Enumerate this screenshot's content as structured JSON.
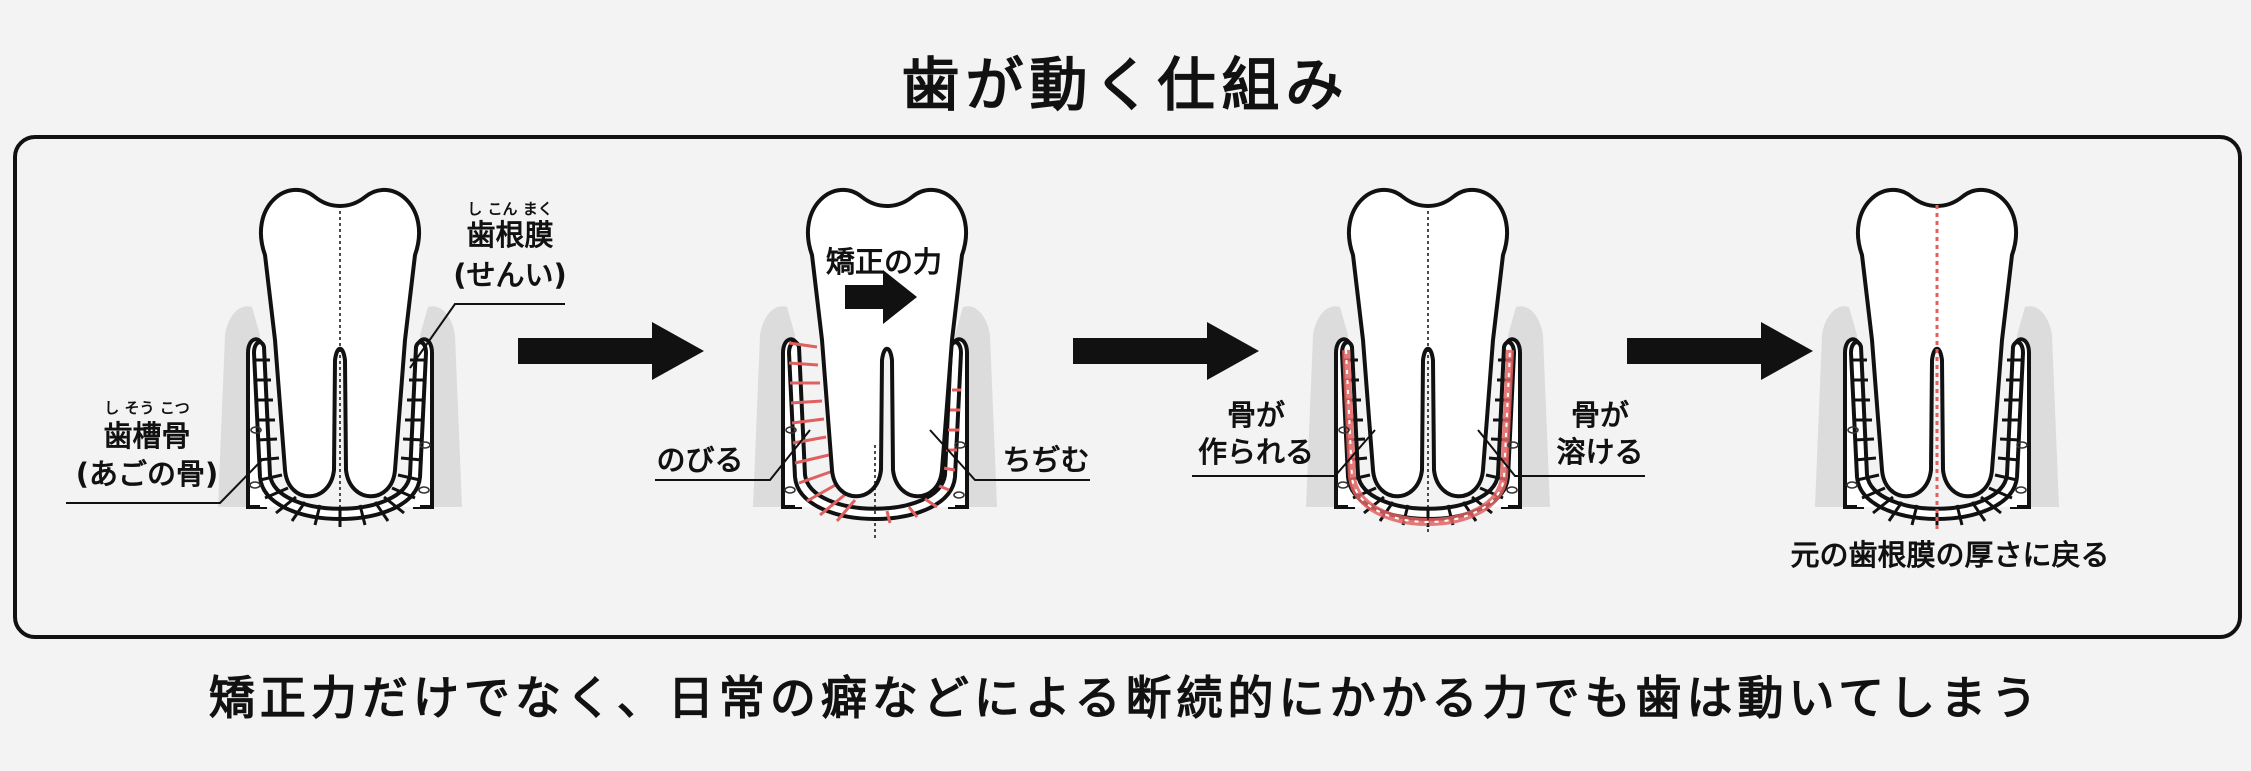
{
  "title": "歯が動く仕組み",
  "footer": "矯正力だけでなく、日常の癖などによる断続的にかかる力でも歯は動いてしまう",
  "labels": {
    "periodontal_ruby": "し こん まく",
    "periodontal": "歯根膜",
    "periodontal_sub": "(せんい)",
    "alveolar_ruby": "し そう こつ",
    "alveolar": "歯槽骨",
    "alveolar_sub": "(あごの骨)",
    "force": "矯正の力",
    "stretch": "のびる",
    "shrink": "ちぢむ",
    "bone_made_1": "骨が",
    "bone_made_2": "作られる",
    "bone_dissolve_1": "骨が",
    "bone_dissolve_2": "溶ける",
    "restore": "元の歯根膜の厚さに戻る"
  },
  "colors": {
    "accent": "#e06060",
    "gum": "#dcdcdc",
    "ink": "#111111"
  }
}
